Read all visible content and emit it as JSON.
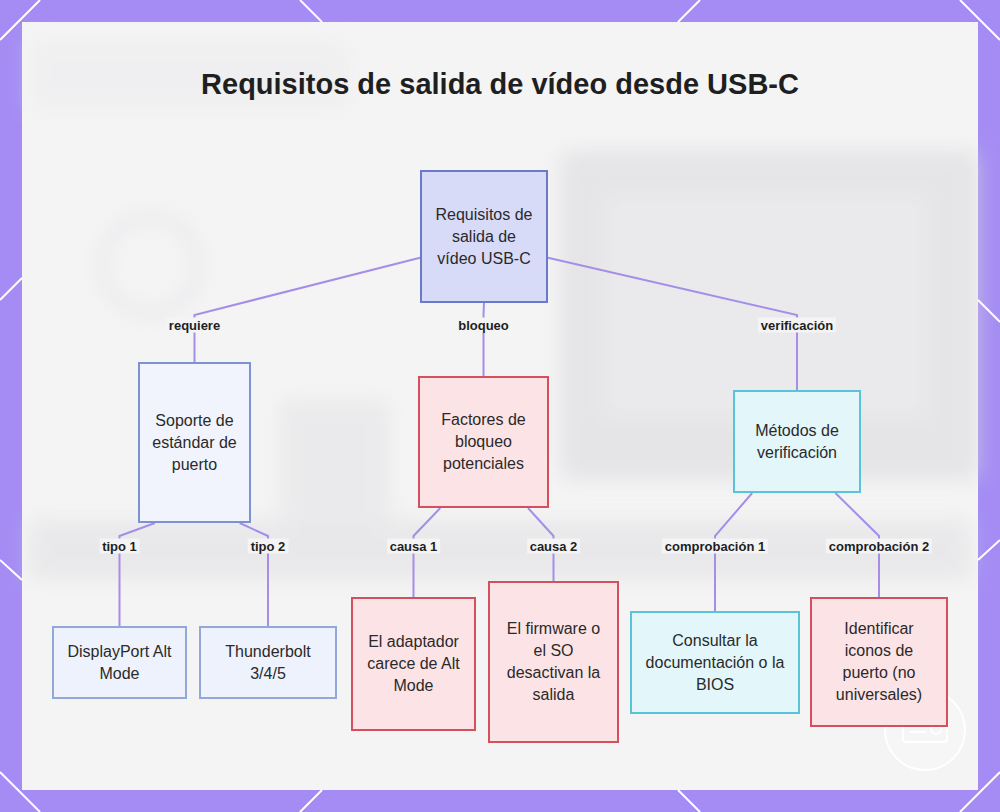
{
  "diagram": {
    "title": "Requisitos de salida de vídeo desde USB-C",
    "nodes": [
      {
        "text": [
          "Requisitos de salida de vídeo USB-C"
        ]
      },
      {
        "text": [
          "Soporte de estándar de puerto"
        ]
      },
      {
        "text": [
          "Factores de bloqueo potenciales"
        ]
      },
      {
        "text": [
          "Métodos de verificación"
        ]
      },
      {
        "text": [
          "DisplayPort Alt Mode"
        ]
      },
      {
        "text": [
          "Thunderbolt 3/4/5"
        ]
      },
      {
        "text": [
          "El adaptador carece de Alt Mode"
        ]
      },
      {
        "text": [
          "El firmware o el SO desactivan la salida"
        ]
      },
      {
        "text": [
          "Consultar la documentación o la BIOS"
        ]
      },
      {
        "text": [
          "Identificar iconos de puerto (no universales)"
        ]
      }
    ],
    "edges": [
      {
        "from": 0,
        "to": 1,
        "label": "requiere",
        "arrow": "none"
      },
      {
        "from": 0,
        "to": 2,
        "label": "bloqueo",
        "arrow": "none"
      },
      {
        "from": 0,
        "to": 3,
        "label": "verificación",
        "arrow": "none"
      },
      {
        "from": 1,
        "to": 4,
        "label": "tipo 1",
        "arrow": "none"
      },
      {
        "from": 1,
        "to": 5,
        "label": "tipo 2",
        "arrow": "none"
      },
      {
        "from": 2,
        "to": 6,
        "label": "causa 1",
        "arrow": "none"
      },
      {
        "from": 2,
        "to": 7,
        "label": "causa 2",
        "arrow": "none"
      },
      {
        "from": 3,
        "to": 8,
        "label": "comprobación 1",
        "arrow": "none"
      },
      {
        "from": 3,
        "to": 9,
        "label": "comprobación 2",
        "arrow": "none"
      }
    ]
  }
}
